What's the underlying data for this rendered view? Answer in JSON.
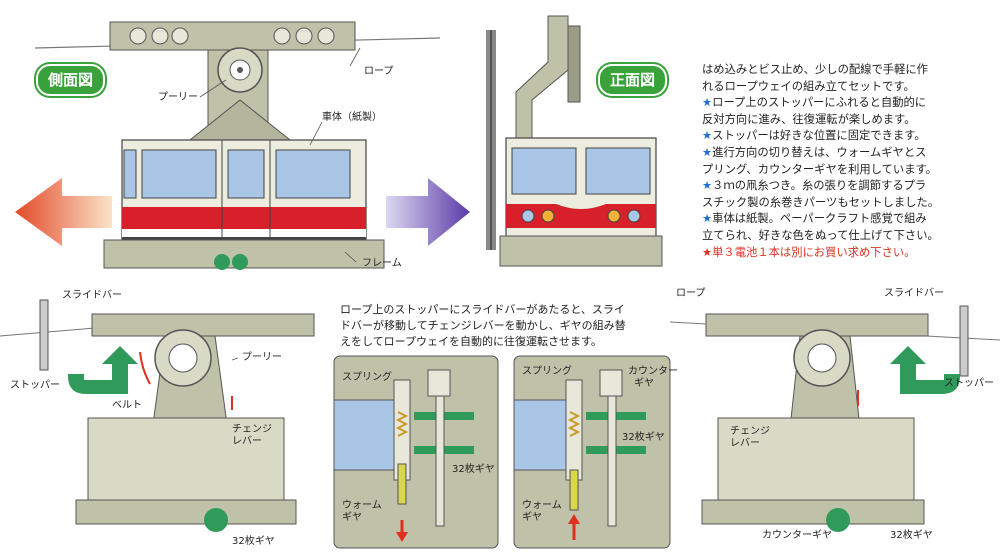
{
  "badges": {
    "side_view": "側面図",
    "front_view": "正面図"
  },
  "top_labels": {
    "rope": "ロープ",
    "pulley": "プーリー",
    "body": "車体（紙製）",
    "frame": "フレーム"
  },
  "description": {
    "intro_line1": "はめ込みとビス止め、少しの配線で手軽に作",
    "intro_line2": "れるロープウェイの組み立てセットです。",
    "items": [
      {
        "star": "★",
        "lines": [
          "ロープ上のストッパーにふれると自動的に",
          "反対方向に進み、往復運転が楽しめます。"
        ]
      },
      {
        "star": "★",
        "lines": [
          "ストッパーは好きな位置に固定できます。"
        ]
      },
      {
        "star": "★",
        "lines": [
          "進行方向の切り替えは、ウォームギヤとス",
          "プリング、カウンターギヤを利用しています。"
        ]
      },
      {
        "star": "★",
        "lines": [
          "３ｍの凧糸つき。糸の張りを調節するプラ",
          "スチック製の糸巻きパーツもセットしました。"
        ]
      },
      {
        "star": "★",
        "lines": [
          "車体は紙製。ペーパークラフト感覚で組み",
          "立てられ、好きな色をぬって仕上げて下さい。"
        ]
      }
    ],
    "battery_note": "★単３電池１本は別にお買い求め下さい。"
  },
  "explanation": {
    "line1": "ロープ上のストッパーにスライドバーがあたると、スライ",
    "line2": "ドバーが移動してチェンジレバーを動かし、ギヤの組み替",
    "line3": "えをしてロープウェイを自動的に往復運転させます。"
  },
  "bottom_left": {
    "slide_bar": "スライドバー",
    "pulley": "プーリー",
    "stopper": "ストッパー",
    "belt": "ベルト",
    "change_lever_1": "チェンジ",
    "change_lever_2": "レバー",
    "gear32": "32枚ギヤ"
  },
  "bottom_right": {
    "rope": "ロープ",
    "slide_bar": "スライドバー",
    "stopper": "ストッパー",
    "change_lever_1": "チェンジ",
    "change_lever_2": "レバー",
    "counter_gear": "カウンターギヤ",
    "gear32": "32枚ギヤ"
  },
  "inset_left": {
    "spring": "スプリング",
    "gear32": "32枚ギヤ",
    "worm_1": "ウォーム",
    "worm_2": "ギヤ"
  },
  "inset_right": {
    "spring": "スプリング",
    "counter_1": "カウンター",
    "counter_2": "ギヤ",
    "gear32": "32枚ギヤ",
    "worm_1": "ウォーム",
    "worm_2": "ギヤ"
  },
  "colors": {
    "badge_green": "#3aa23a",
    "frame_gray": "#bfc1a8",
    "body_red": "#d8202a",
    "window_blue": "#a9c6e6",
    "star_blue": "#1e6fd0",
    "note_red": "#e0301e",
    "gear_green": "#2f9a5a",
    "arrow_red": "#e0301e"
  }
}
